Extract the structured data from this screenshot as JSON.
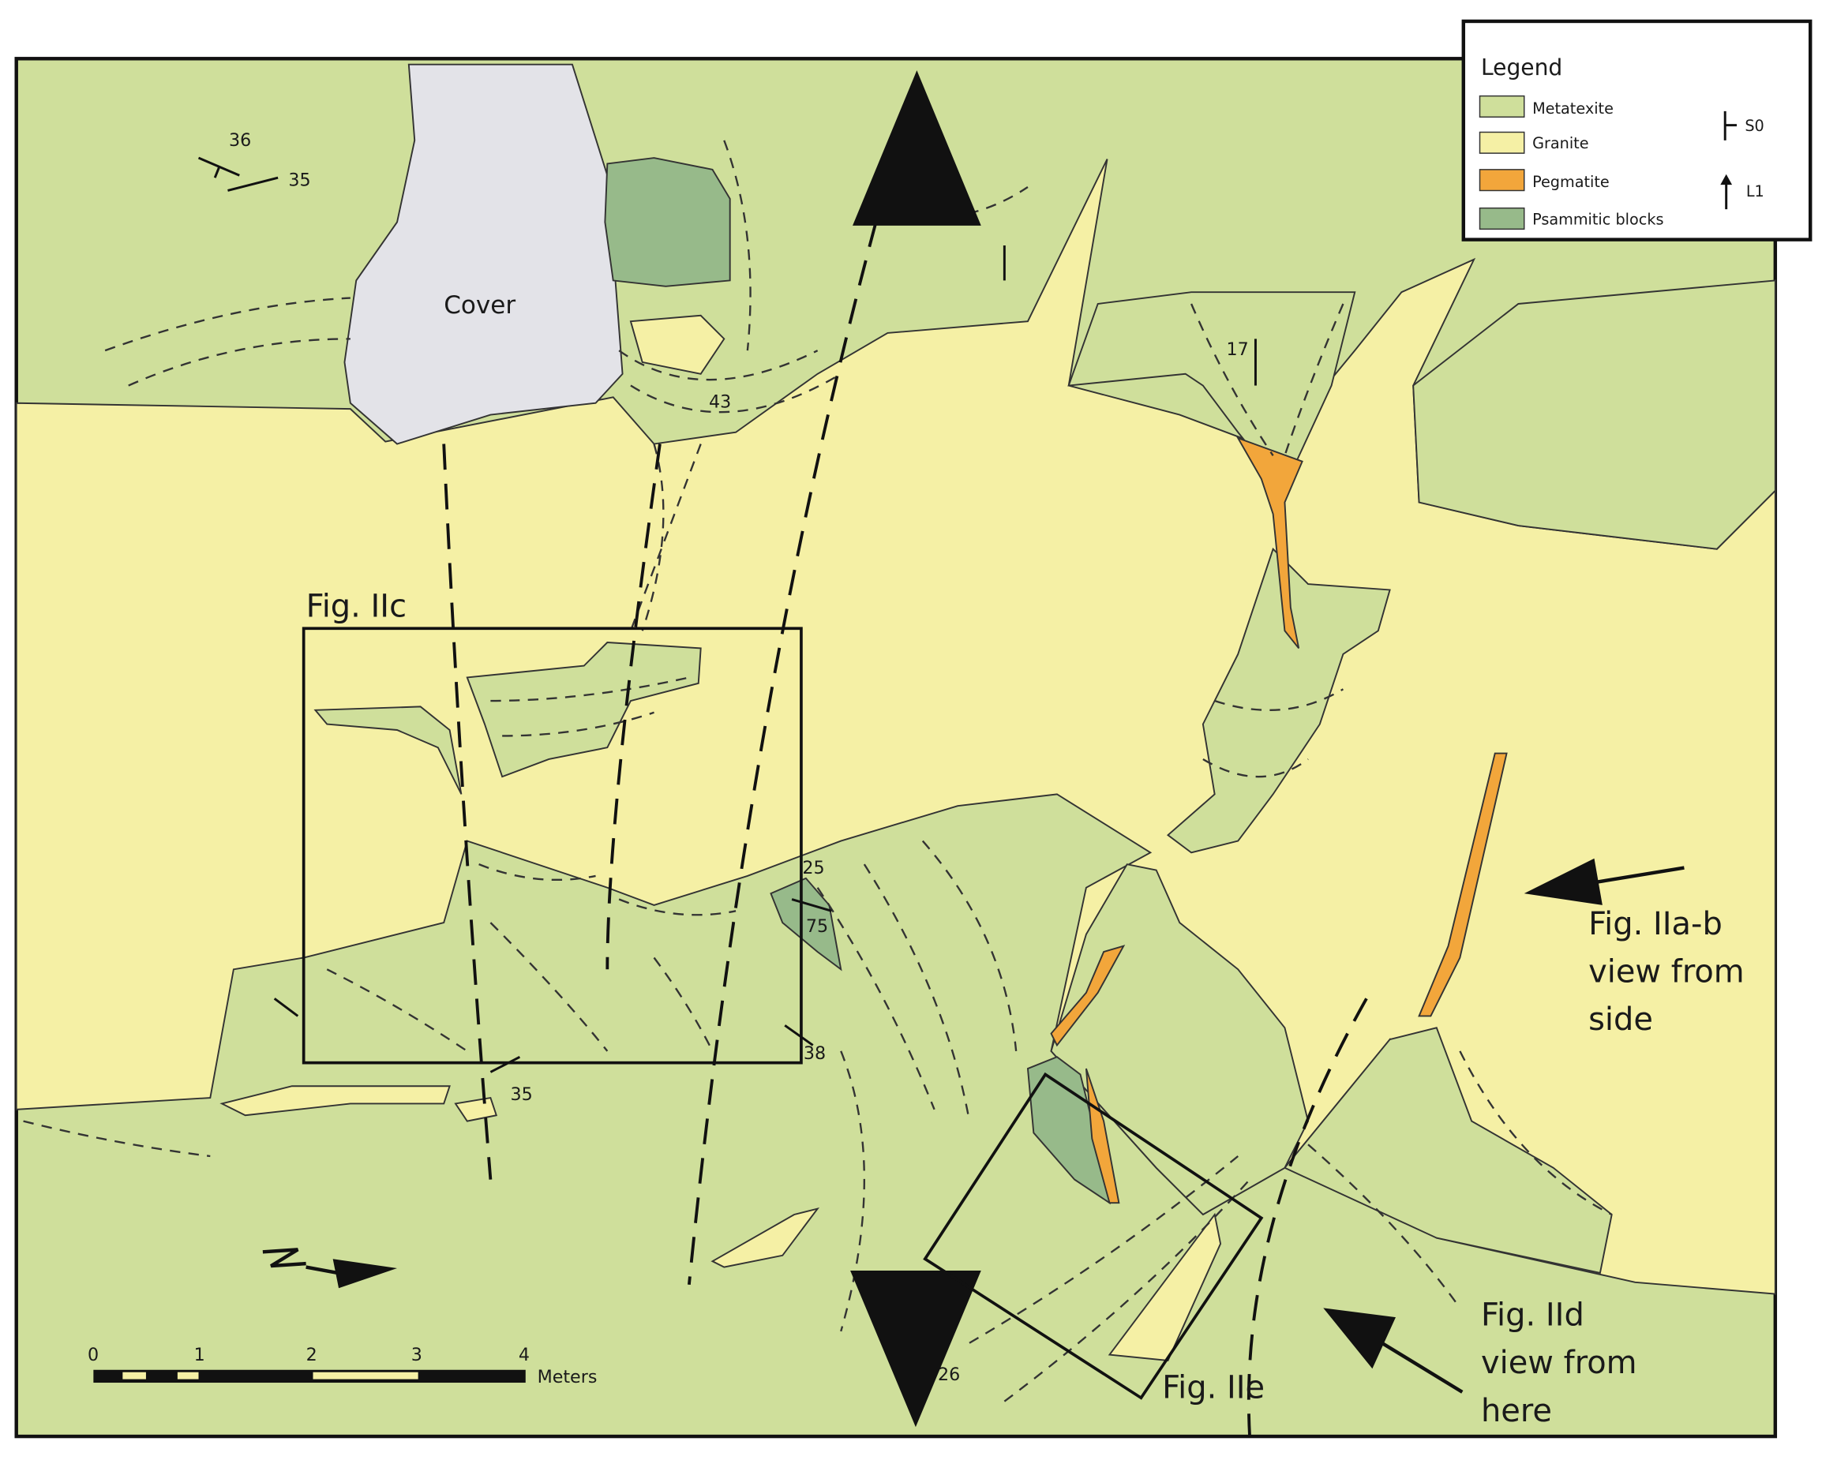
{
  "colors": {
    "metatexite": "#cfdf9b",
    "granite": "#f5f0a5",
    "pegmatite": "#f2a63b",
    "psammitic": "#97ba8a",
    "cover": "#e3e3e8"
  },
  "legend": {
    "title": "Legend",
    "items": [
      {
        "label": "Metatexite",
        "color": "#cfdf9b"
      },
      {
        "label": "Granite",
        "color": "#f5f0a5"
      },
      {
        "label": "Pegmatite",
        "color": "#f2a63b"
      },
      {
        "label": "Psammitic blocks",
        "color": "#97ba8a"
      }
    ],
    "symbols": [
      {
        "label": "S0",
        "icon": "strike-dip-icon"
      },
      {
        "label": "L1",
        "icon": "lineation-arrow-icon"
      }
    ]
  },
  "map": {
    "cover_label": "Cover",
    "measurements": [
      "36",
      "35",
      "17",
      "43",
      "25",
      "75",
      "38",
      "35",
      "26"
    ],
    "figures": {
      "c": "Fig. IIc",
      "e": "Fig. IIe",
      "ab": [
        "Fig. IIa-b",
        "view from",
        "side"
      ],
      "d": [
        "Fig. IId",
        "view from",
        "here"
      ]
    }
  },
  "scale_bar": {
    "ticks": [
      "0",
      "1",
      "2",
      "3",
      "4"
    ],
    "unit": "Meters"
  }
}
